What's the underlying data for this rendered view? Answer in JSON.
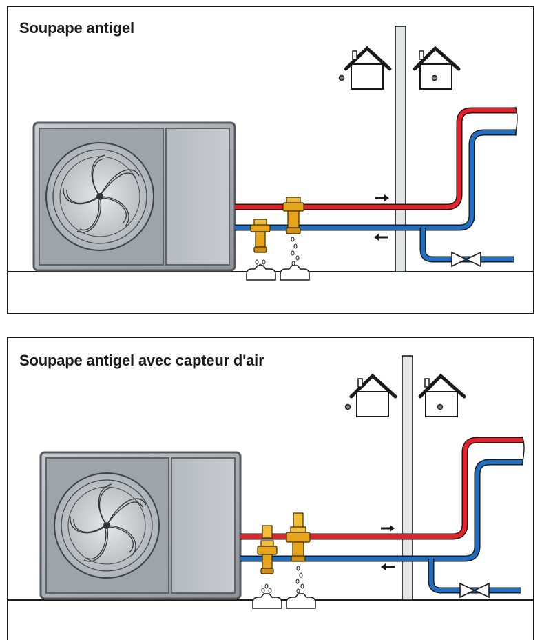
{
  "diagrams": [
    {
      "id": "top",
      "title": "Soupape antigel"
    },
    {
      "id": "bottom",
      "title": "Soupape antigel avec capteur d'air"
    }
  ],
  "colors": {
    "hot_pipe": "#e8202a",
    "cold_pipe": "#1f6fc4",
    "valve_brass": "#e6a51b",
    "unit_body": "#b9bec3",
    "unit_dark": "#9aa0a6",
    "outline": "#1a1a1a"
  },
  "icons": [
    "outdoor-unit-fan-icon",
    "house-cold-icon",
    "house-warm-icon",
    "antifreeze-valve-icon",
    "air-sensor-valve-icon",
    "water-drops-icon",
    "drain-tray-icon",
    "shutoff-valve-icon",
    "flow-arrow-right-icon",
    "flow-arrow-left-icon",
    "wall-icon"
  ]
}
